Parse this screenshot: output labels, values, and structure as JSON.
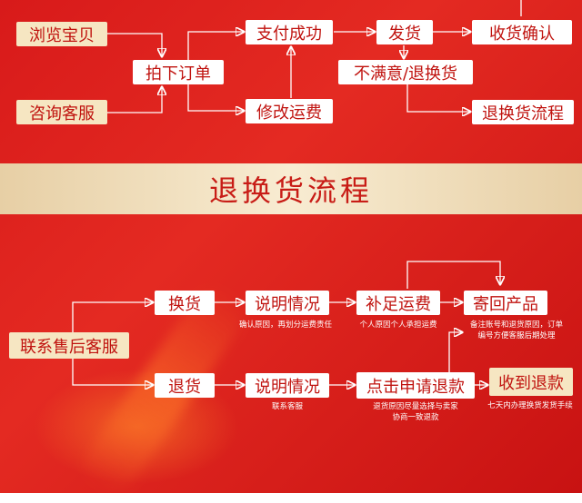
{
  "top_flow": {
    "browse": "浏览宝贝",
    "consult": "咨询客服",
    "order": "拍下订单",
    "pay_success": "支付成功",
    "modify_fee": "修改运费",
    "ship": "发货",
    "confirm": "收货确认",
    "dissatisfied": "不满意/退换货",
    "return_flow": "退换货流程"
  },
  "banner_title": "退换货流程",
  "bottom_flow": {
    "contact_service": "联系售后客服",
    "exchange": "换货",
    "refund": "退货",
    "explain_1": "说明情况",
    "explain_2": "说明情况",
    "supplement_fee": "补足运费",
    "send_back": "寄回产品",
    "apply_refund": "点击申请退款",
    "receive_refund": "收到退款",
    "note_explain_1": "确认原因，再划分运费责任",
    "note_explain_2": "联系客服",
    "note_supplement": "个人原因个人承担运费",
    "note_send_back_1": "备注账号和退货原因，订单",
    "note_send_back_2": "编号方便客服后期处理",
    "note_apply_1": "退货原因尽量选择与卖家",
    "note_apply_2": "协商一致退款",
    "note_receive": "七天内办理换货发货手续"
  },
  "colors": {
    "background_red": "#d81a1a",
    "box_text": "#c0130f",
    "banner_gold": "#f8ecd2",
    "highlight_box": "#f6e6c2"
  }
}
